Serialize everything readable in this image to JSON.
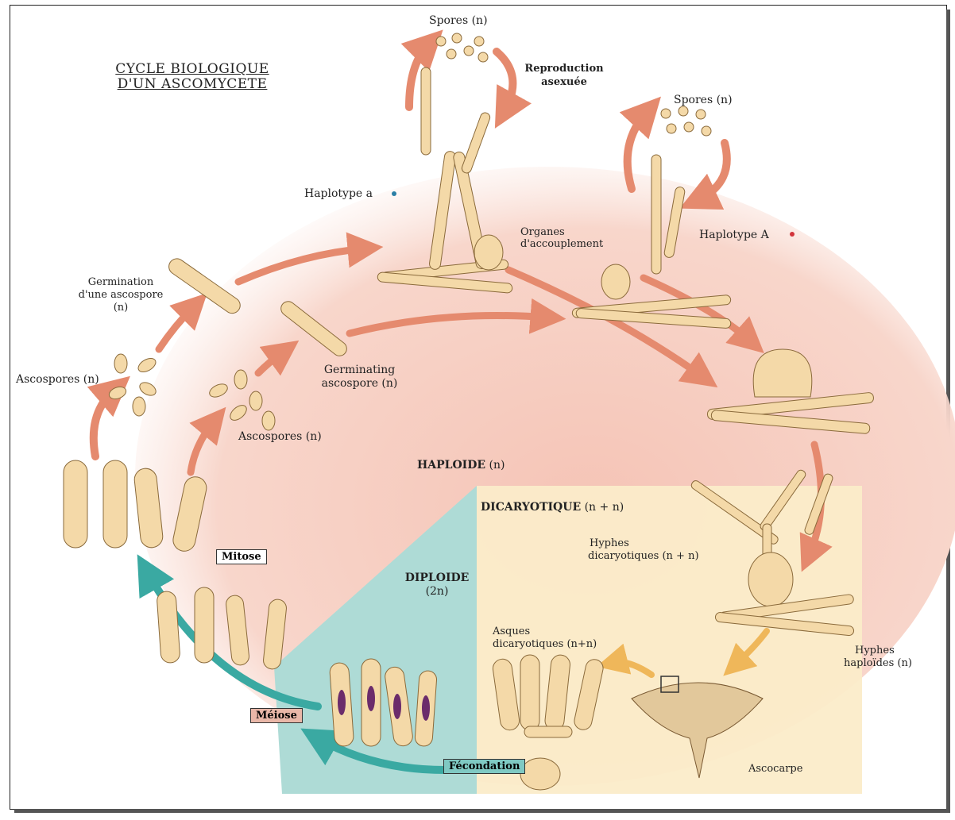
{
  "title": {
    "line1": "CYCLE BIOLOGIQUE",
    "line2": "D'UN ASCOMYCETE"
  },
  "labels": {
    "spores_top": "Spores (n)",
    "reproduction": "Reproduction",
    "asexuee": "asexuée",
    "spores_right": "Spores (n)",
    "haplotype_a": "Haplotype a",
    "haplotype_A": "Haplotype A",
    "organes_1": "Organes",
    "organes_2": "d'accouplement",
    "germination_1": "Germination",
    "germination_2": "d'une ascospore",
    "germination_3": "(n)",
    "ascospores_left": "Ascospores (n)",
    "germinating_1": "Germinating",
    "germinating_2": "ascospore (n)",
    "ascospores_mid": "Ascospores (n)",
    "haploide": "HAPLOIDE",
    "haploide_n": "(n)",
    "dicaryotique": "DICARYOTIQUE",
    "dicaryotique_n": "(n + n)",
    "hyphes_dic_1": "Hyphes",
    "hyphes_dic_2": "dicaryotiques (n + n)",
    "diploide": "DIPLOIDE",
    "diploide_n": "(2n)",
    "mitose": "Mitose",
    "asques_1": "Asques",
    "asques_2": "dicaryotiques (n+n)",
    "hyphes_hap_1": "Hyphes",
    "hyphes_hap_2": "haploïdes (n)",
    "meiose": "Méiose",
    "fecondation": "Fécondation",
    "ascocarpe": "Ascocarpe"
  },
  "colors": {
    "haploid_zone": "#f7d3c8",
    "dicaryotic_zone": "#fbecc9",
    "diploid_zone": "#aedbd6",
    "arrow_salmon": "#e58a6e",
    "arrow_teal": "#3aa9a2",
    "arrow_yellow": "#efb75a",
    "cell_fill": "#f4d9a8",
    "nucleus_blue": "#2b7fa6",
    "nucleus_red": "#d2343b",
    "nucleus_purple": "#6b2c6b",
    "meiose_box": "#e9b7a8",
    "fecondation_box": "#7fc9c3"
  }
}
